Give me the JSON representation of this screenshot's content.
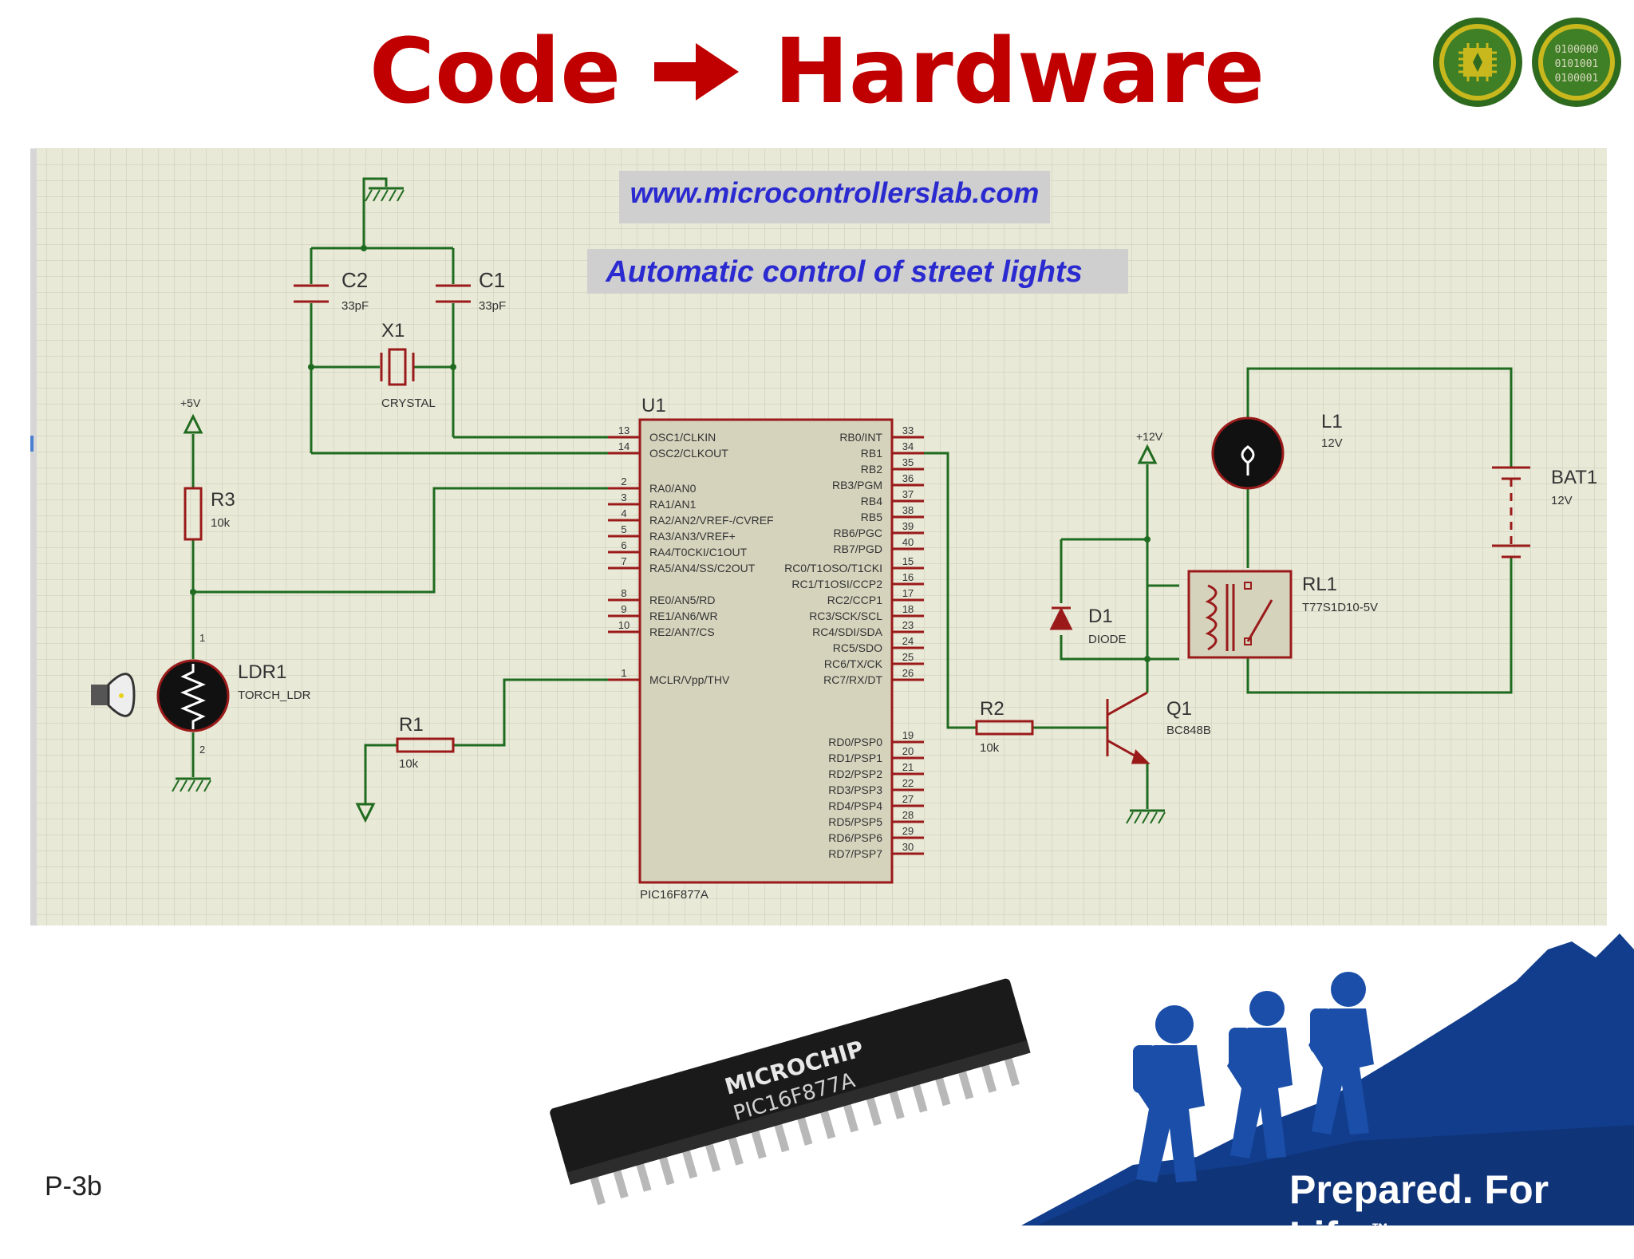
{
  "slide": {
    "title_left": "Code",
    "title_right": "Hardware",
    "page_number": "P-3b",
    "slogan": "Prepared. For Life.",
    "slogan_mark": "™",
    "badge_digits": "0100000\n0101001\n0100001"
  },
  "schematic": {
    "banner_url": "www.microcontrollerslab.com",
    "banner_title": "Automatic control of street lights",
    "mcu": {
      "ref": "U1",
      "part": "PIC16F877A",
      "left_pins": [
        {
          "num": "13",
          "label": "OSC1/CLKIN"
        },
        {
          "num": "14",
          "label": "OSC2/CLKOUT"
        },
        {
          "num": "2",
          "label": "RA0/AN0"
        },
        {
          "num": "3",
          "label": "RA1/AN1"
        },
        {
          "num": "4",
          "label": "RA2/AN2/VREF-/CVREF"
        },
        {
          "num": "5",
          "label": "RA3/AN3/VREF+"
        },
        {
          "num": "6",
          "label": "RA4/T0CKI/C1OUT"
        },
        {
          "num": "7",
          "label": "RA5/AN4/SS/C2OUT"
        },
        {
          "num": "8",
          "label": "RE0/AN5/RD"
        },
        {
          "num": "9",
          "label": "RE1/AN6/WR"
        },
        {
          "num": "10",
          "label": "RE2/AN7/CS"
        },
        {
          "num": "1",
          "label": "MCLR/Vpp/THV"
        }
      ],
      "right_pins": [
        {
          "num": "33",
          "label": "RB0/INT"
        },
        {
          "num": "34",
          "label": "RB1"
        },
        {
          "num": "35",
          "label": "RB2"
        },
        {
          "num": "36",
          "label": "RB3/PGM"
        },
        {
          "num": "37",
          "label": "RB4"
        },
        {
          "num": "38",
          "label": "RB5"
        },
        {
          "num": "39",
          "label": "RB6/PGC"
        },
        {
          "num": "40",
          "label": "RB7/PGD"
        },
        {
          "num": "15",
          "label": "RC0/T1OSO/T1CKI"
        },
        {
          "num": "16",
          "label": "RC1/T1OSI/CCP2"
        },
        {
          "num": "17",
          "label": "RC2/CCP1"
        },
        {
          "num": "18",
          "label": "RC3/SCK/SCL"
        },
        {
          "num": "23",
          "label": "RC4/SDI/SDA"
        },
        {
          "num": "24",
          "label": "RC5/SDO"
        },
        {
          "num": "25",
          "label": "RC6/TX/CK"
        },
        {
          "num": "26",
          "label": "RC7/RX/DT"
        },
        {
          "num": "19",
          "label": "RD0/PSP0"
        },
        {
          "num": "20",
          "label": "RD1/PSP1"
        },
        {
          "num": "21",
          "label": "RD2/PSP2"
        },
        {
          "num": "22",
          "label": "RD3/PSP3"
        },
        {
          "num": "27",
          "label": "RD4/PSP4"
        },
        {
          "num": "28",
          "label": "RD5/PSP5"
        },
        {
          "num": "29",
          "label": "RD6/PSP6"
        },
        {
          "num": "30",
          "label": "RD7/PSP7"
        }
      ]
    },
    "components": {
      "c2": {
        "ref": "C2",
        "value": "33pF"
      },
      "c1": {
        "ref": "C1",
        "value": "33pF"
      },
      "x1": {
        "ref": "X1",
        "value": "CRYSTAL"
      },
      "r3": {
        "ref": "R3",
        "value": "10k"
      },
      "r1": {
        "ref": "R1",
        "value": "10k"
      },
      "r2": {
        "ref": "R2",
        "value": "10k"
      },
      "ldr1": {
        "ref": "LDR1",
        "value": "TORCH_LDR",
        "pin_top": "1",
        "pin_bottom": "2"
      },
      "d1": {
        "ref": "D1",
        "value": "DIODE"
      },
      "q1": {
        "ref": "Q1",
        "value": "BC848B"
      },
      "rl1": {
        "ref": "RL1",
        "value": "T77S1D10-5V"
      },
      "l1": {
        "ref": "L1",
        "value": "12V"
      },
      "bat1": {
        "ref": "BAT1",
        "value": "12V"
      },
      "vcc5": {
        "label": "+5V"
      },
      "vcc12": {
        "label": "+12V"
      }
    }
  },
  "chip_photo": {
    "brand": "MICROCHIP",
    "part": "PIC16F877A"
  },
  "colors": {
    "title": "#c00000",
    "wire": "#1f6b1f",
    "component": "#9a1a1a",
    "grid_bg": "#e9e9d8",
    "grid_line": "#c9c9b6",
    "banner_text": "#2a2ad0",
    "banner_bg": "#d0d0d0",
    "badge_green": "#2f6b1e",
    "mountain_blue": "#123d8c"
  }
}
